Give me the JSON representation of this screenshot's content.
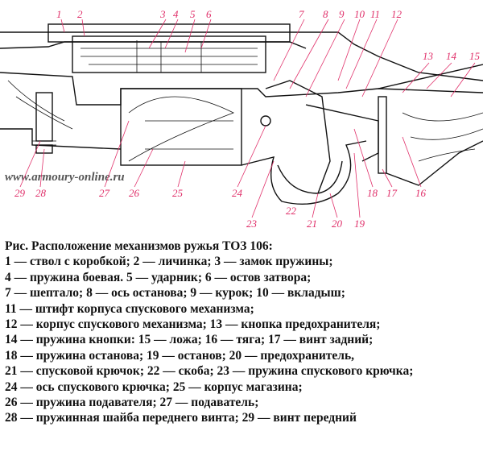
{
  "figure": {
    "watermark": "www.armoury-online.ru",
    "labels_top": [
      "1",
      "2",
      "3",
      "4",
      "5",
      "6",
      "7",
      "8",
      "9",
      "10",
      "11",
      "12",
      "13",
      "14",
      "15"
    ],
    "labels_bottom": [
      "29",
      "28",
      "27",
      "26",
      "25",
      "24",
      "23",
      "22",
      "21",
      "20",
      "19",
      "18",
      "17",
      "16"
    ]
  },
  "caption": {
    "title": "Рис. Расположение механизмов ружья ТОЗ 106:",
    "lines": [
      "1  — ствол с коробкой; 2 — личинка; 3 — замок пружины;",
      "4 — пружина боевая. 5 — ударник; 6 — остов затвора;",
      "7 — шептало; 8 — ось останова; 9 — курок; 10 — вкладыш;",
      "11 — штифт корпуса спускового механизма;",
      "12 — корпус спускового механизма; 13 — кнопка предохранителя;",
      "14 — пружина кнопки: 15 — ложа; 16 — тяга; 17 — винт задний;",
      "18 — пружина останова; 19 — останов; 20 — предохранитель,",
      "21 — спусковой крючок; 22 — скоба; 23 — пружина спускового крючка;",
      "24 — ось спускового крючка; 25 — корпус магазина;",
      "26 — пружина подавателя; 27 — подаватель;",
      "28 — пружинная шайба переднего винта; 29 — винт передний"
    ]
  }
}
